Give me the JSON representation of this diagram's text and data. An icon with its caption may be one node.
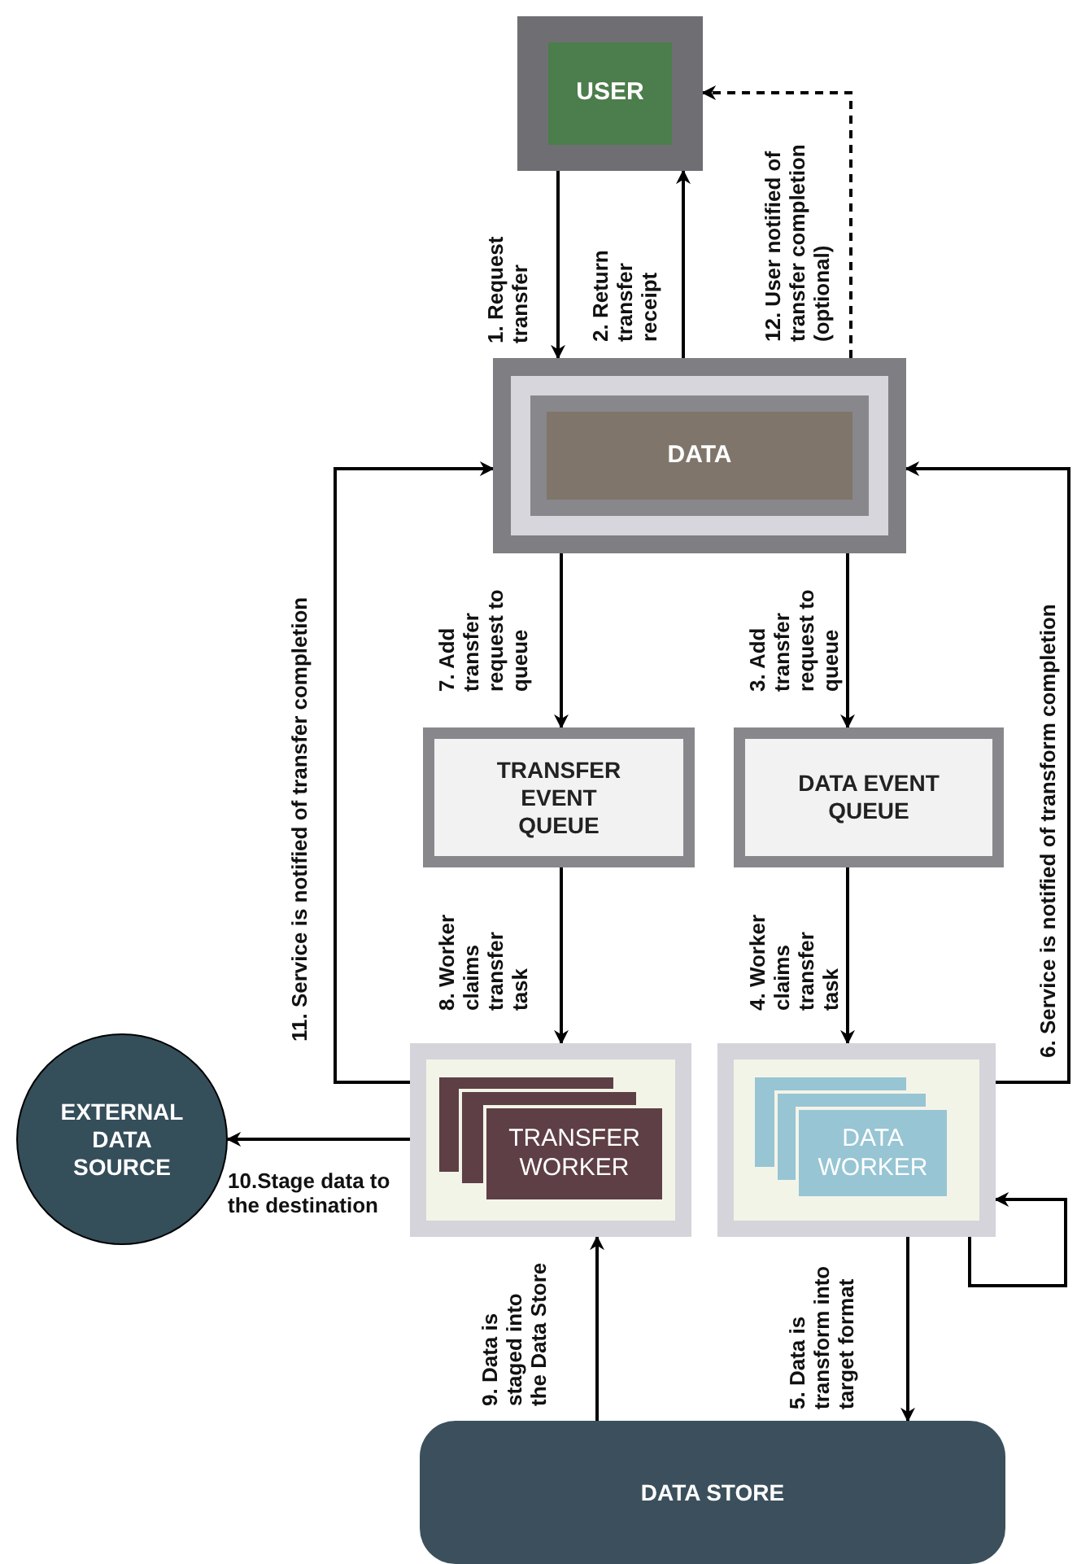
{
  "diagram": {
    "nodes": [
      {
        "text": [
          "USER"
        ]
      },
      {
        "text": [
          "DATA"
        ]
      },
      {
        "text": [
          "TRANSFER EVENT QUEUE"
        ]
      },
      {
        "text": [
          "DATA EVENT QUEUE"
        ]
      },
      {
        "text": [
          "TRANSFER WORKER"
        ]
      },
      {
        "text": [
          "DATA WORKER"
        ]
      },
      {
        "text": [
          "EXTERNAL DATA SOURCE"
        ]
      },
      {
        "text": [
          "DATA STORE"
        ]
      }
    ],
    "edges": [
      {
        "from": 0,
        "to": 1,
        "arrow": "to",
        "label": "1. Request transfer"
      },
      {
        "from": 1,
        "to": 0,
        "arrow": "to",
        "label": "2. Return transfer receipt"
      },
      {
        "from": 1,
        "to": 0,
        "arrow": "to",
        "style": "dashed",
        "label": "12. User notified of transfer completion (optional)"
      },
      {
        "from": 1,
        "to": 2,
        "arrow": "to",
        "label": "7. Add transfer request to queue"
      },
      {
        "from": 1,
        "to": 3,
        "arrow": "to",
        "label": "3. Add transfer request to queue"
      },
      {
        "from": 2,
        "to": 4,
        "arrow": "to",
        "label": "8. Worker claims transfer task"
      },
      {
        "from": 3,
        "to": 5,
        "arrow": "to",
        "label": "4. Worker claims transfer task"
      },
      {
        "from": 4,
        "to": 1,
        "arrow": "to",
        "label": "11. Service is notified of transfer completion"
      },
      {
        "from": 5,
        "to": 1,
        "arrow": "to",
        "label": "6. Service is notified of transform completion"
      },
      {
        "from": 4,
        "to": 6,
        "arrow": "to",
        "label": "10.Stage data to the destination"
      },
      {
        "from": 7,
        "to": 4,
        "arrow": "to",
        "label": "9. Data is staged into the Data Store"
      },
      {
        "from": 5,
        "to": 7,
        "arrow": "to",
        "label": "5. Data is transform into target format"
      },
      {
        "from": 5,
        "to": 5,
        "arrow": "to"
      }
    ]
  }
}
